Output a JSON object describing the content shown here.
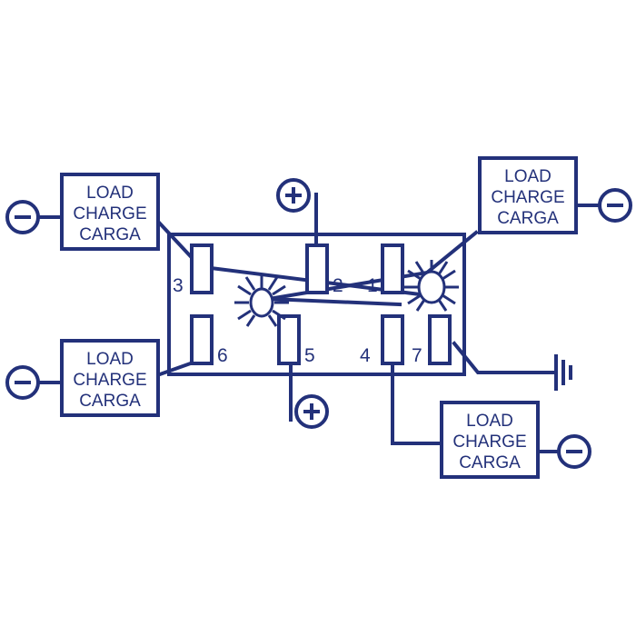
{
  "colors": {
    "line": "#23317a",
    "background": "#ffffff"
  },
  "loads": [
    {
      "lines": [
        "LOAD",
        "CHARGE",
        "CARGA"
      ]
    },
    {
      "lines": [
        "LOAD",
        "CHARGE",
        "CARGA"
      ]
    },
    {
      "lines": [
        "LOAD",
        "CHARGE",
        "CARGA"
      ]
    },
    {
      "lines": [
        "LOAD",
        "CHARGE",
        "CARGA"
      ]
    }
  ],
  "pins": {
    "p1": "1",
    "p2": "2",
    "p3": "3",
    "p4": "4",
    "p5": "5",
    "p6": "6",
    "p7": "7"
  },
  "icons": {
    "negative": "minus-circle-icon",
    "positive": "plus-circle-icon",
    "ground": "ground-icon",
    "lamp": "lamp-icon"
  }
}
